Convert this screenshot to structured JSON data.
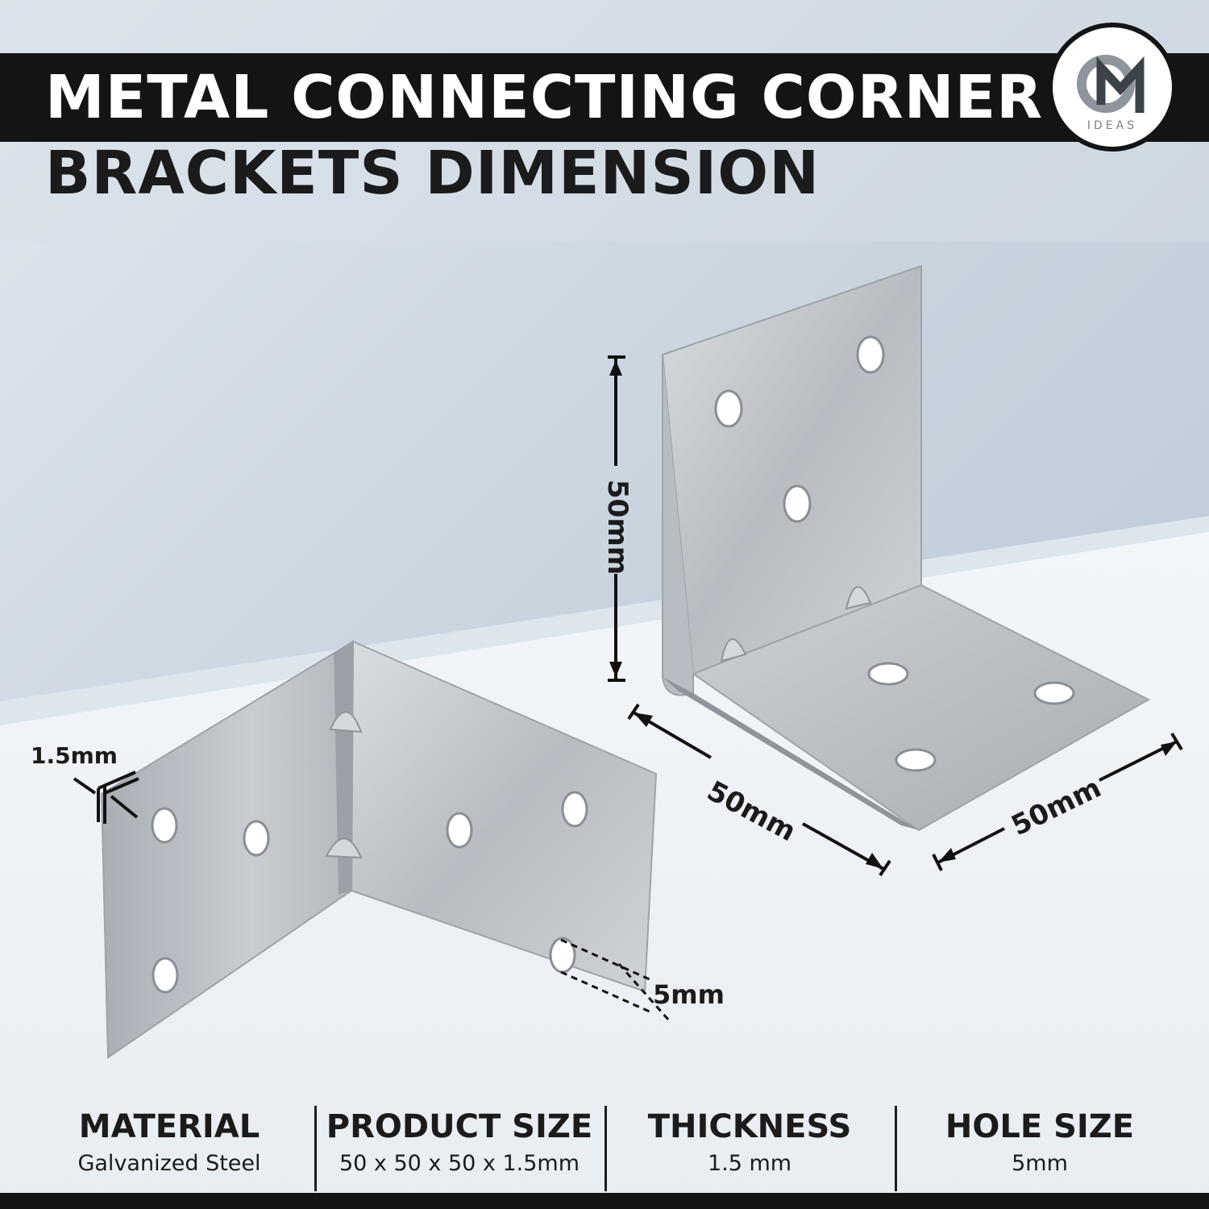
{
  "title": {
    "line1": "METAL CONNECTING CORNER",
    "line2": "BRACKETS DIMENSION"
  },
  "logo": {
    "mark": "QM",
    "sub": "IDEAS"
  },
  "dimensions": {
    "height": "50mm",
    "width": "50mm",
    "depth": "50mm",
    "thickness": "1.5mm",
    "hole": "5mm"
  },
  "specs": [
    {
      "label": "MATERIAL",
      "value": "Galvanized Steel"
    },
    {
      "label": "PRODUCT SIZE",
      "value": "50 x 50 x 50 x 1.5mm"
    },
    {
      "label": "THICKNESS",
      "value": "1.5 mm"
    },
    {
      "label": "HOLE SIZE",
      "value": "5mm"
    }
  ],
  "colors": {
    "bar": "#141414",
    "wall": "#c9d4df",
    "floor": "#eef2f6",
    "metal": "#c3c7cc"
  }
}
